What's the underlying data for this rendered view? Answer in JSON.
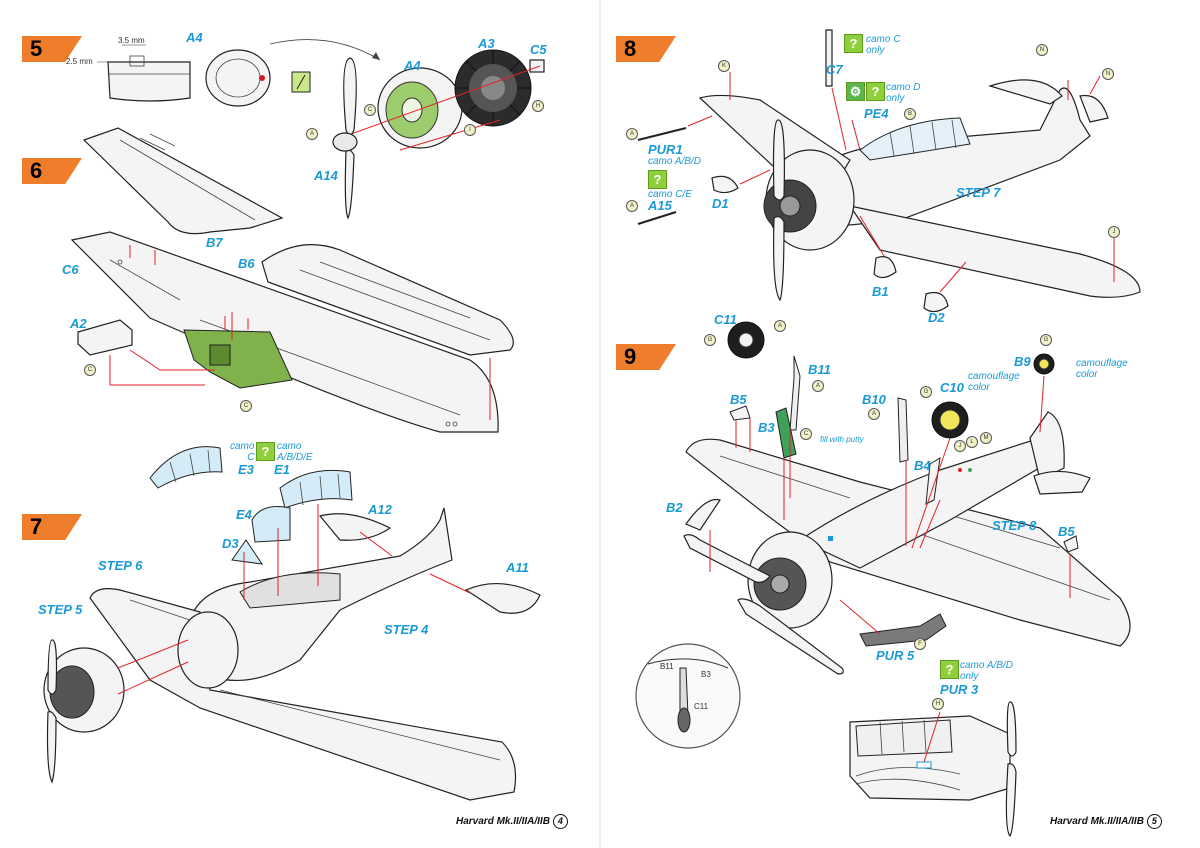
{
  "steps": {
    "s5": "5",
    "s6": "6",
    "s7": "7",
    "s8": "8",
    "s9": "9"
  },
  "dims": {
    "d35": "3.5 mm",
    "d25": "2.5 mm"
  },
  "labels": {
    "a4a": "A4",
    "a4b": "A4",
    "a3": "A3",
    "c5": "C5",
    "a14": "A14",
    "b7": "B7",
    "c6": "C6",
    "b6": "B6",
    "a2": "A2",
    "e3": "E3",
    "e1": "E1",
    "e4": "E4",
    "d3": "D3",
    "a12": "A12",
    "a11": "A11",
    "step6": "STEP 6",
    "step5": "STEP 5",
    "step4": "STEP 4",
    "c7": "C7",
    "pe4": "PE4",
    "pur1": "PUR1",
    "a15": "A15",
    "d1": "D1",
    "step7": "STEP 7",
    "b1": "B1",
    "d2": "D2",
    "c11": "C11",
    "b11": "B11",
    "b5a": "B5",
    "b3": "B3",
    "b10": "B10",
    "c10": "C10",
    "b9": "B9",
    "b4": "B4",
    "b2": "B2",
    "step8": "STEP 8",
    "b5b": "B5",
    "pur5": "PUR 5",
    "pur3": "PUR 3",
    "inB11": "B11",
    "inB3": "B3",
    "inC11": "C11"
  },
  "notes": {
    "camoC": "camo\nC",
    "camoABDE": "camo\nA/B/D/E",
    "c7camo": "camo C\nonly",
    "pe4camo": "camo D\nonly",
    "pur1camo": "camo A/B/D",
    "pur1camo2": "camo C/E",
    "c10note": "camouflage\ncolor",
    "b9note": "camouflage\ncolor",
    "putty": "fill with putty",
    "pur3camo": "camo A/B/D\nonly"
  },
  "tags": {
    "a": "A",
    "c": "C",
    "h": "H",
    "i": "I",
    "k": "K",
    "b": "B",
    "n": "N",
    "j": "J",
    "g": "G",
    "l": "L",
    "m": "M",
    "f": "F"
  },
  "footer": {
    "left": "Harvard Mk.II/IIA/IIB",
    "left_page": "4",
    "right": "Harvard Mk.II/IIA/IIB",
    "right_page": "5"
  },
  "colors": {
    "accent": "#ee7d2c",
    "label": "#1a9ad6",
    "guide": "#e2222a",
    "part_green": "#7fb24a",
    "camo_icon": "#8fcf3c"
  }
}
